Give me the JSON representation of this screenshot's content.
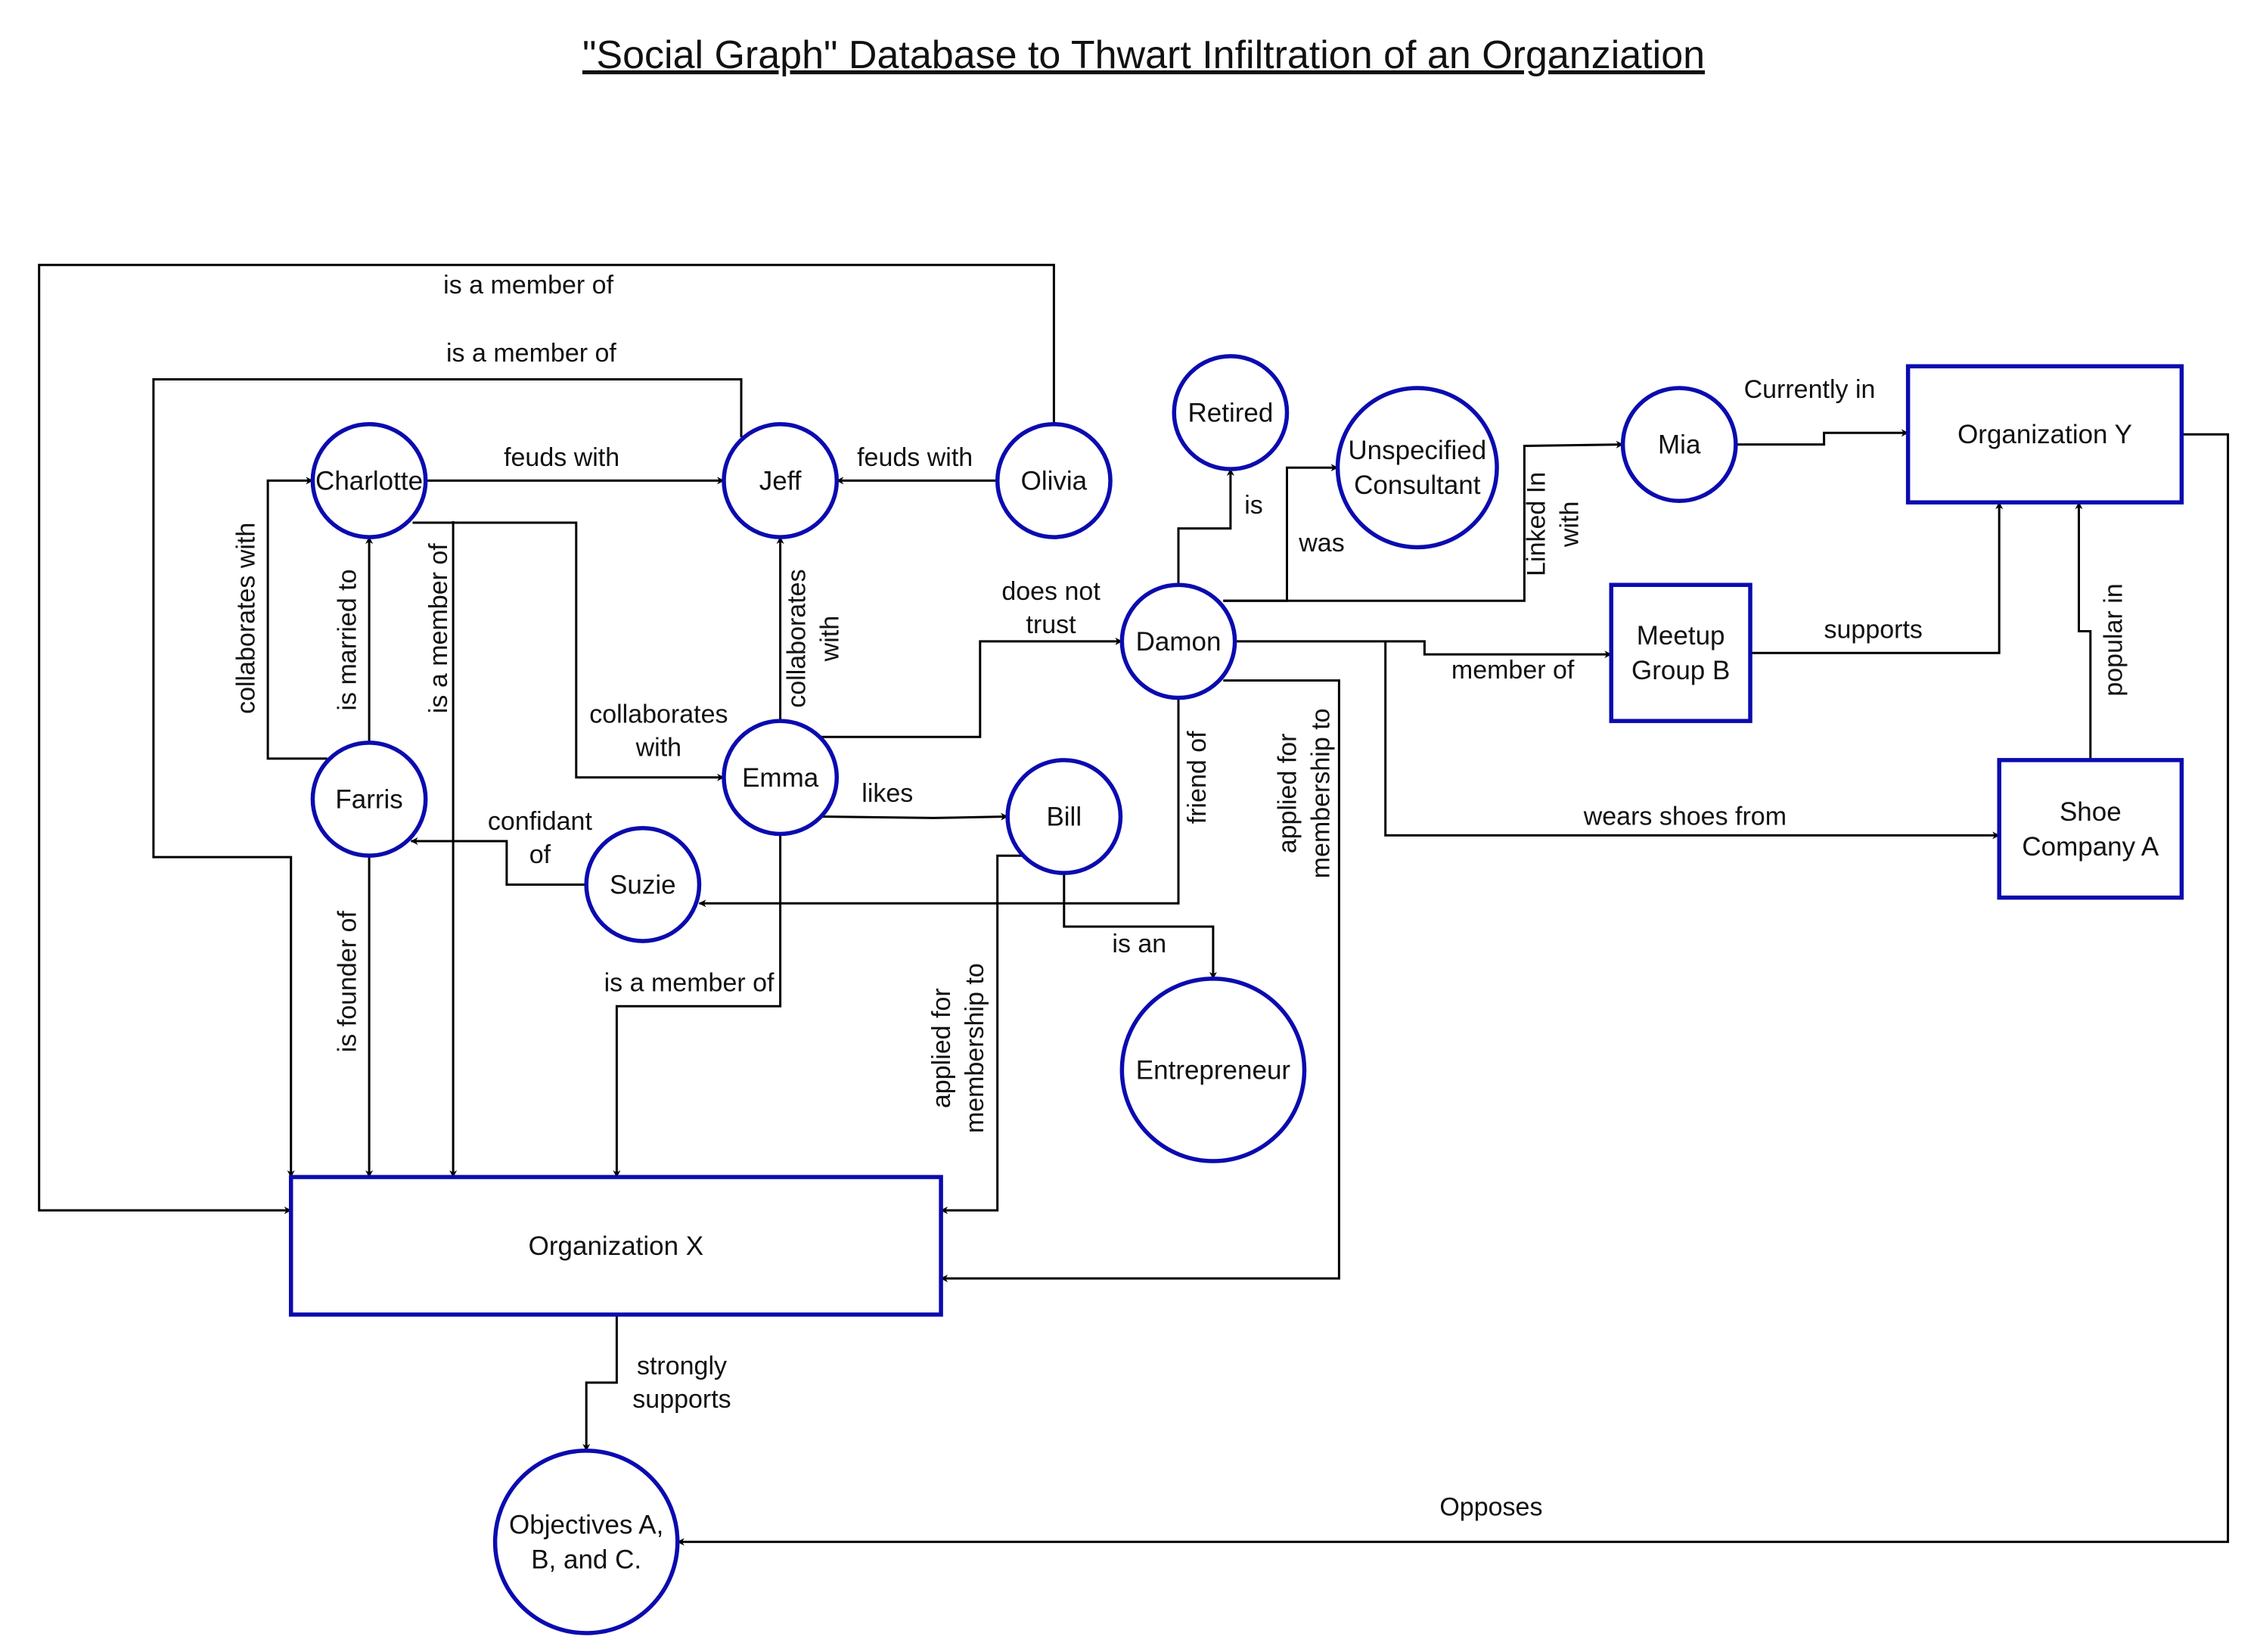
{
  "title": "\"Social Graph\" Database to Thwart Infiltration of an Organziation",
  "colors": {
    "node_stroke": "#0b0bb0",
    "edge": "#000000",
    "text": "#111111",
    "background": "#ffffff"
  },
  "nodes": {
    "charlotte": {
      "shape": "circle",
      "lines": [
        "Charlotte"
      ]
    },
    "jeff": {
      "shape": "circle",
      "lines": [
        "Jeff"
      ]
    },
    "olivia": {
      "shape": "circle",
      "lines": [
        "Olivia"
      ]
    },
    "farris": {
      "shape": "circle",
      "lines": [
        "Farris"
      ]
    },
    "emma": {
      "shape": "circle",
      "lines": [
        "Emma"
      ]
    },
    "suzie": {
      "shape": "circle",
      "lines": [
        "Suzie"
      ]
    },
    "bill": {
      "shape": "circle",
      "lines": [
        "Bill"
      ]
    },
    "damon": {
      "shape": "circle",
      "lines": [
        "Damon"
      ]
    },
    "retired": {
      "shape": "circle",
      "lines": [
        "Retired"
      ]
    },
    "consultant": {
      "shape": "circle",
      "lines": [
        "Unspecified",
        "Consultant"
      ]
    },
    "mia": {
      "shape": "circle",
      "lines": [
        "Mia"
      ]
    },
    "entrepreneur": {
      "shape": "circle",
      "lines": [
        "Entrepreneur"
      ]
    },
    "objectives": {
      "shape": "circle",
      "lines": [
        "Objectives A,",
        "B, and C."
      ]
    },
    "org_x": {
      "shape": "rect",
      "lines": [
        "Organization  X"
      ]
    },
    "org_y": {
      "shape": "rect",
      "lines": [
        "Organization  Y"
      ]
    },
    "meetup_b": {
      "shape": "rect",
      "lines": [
        "Meetup",
        "Group B"
      ]
    },
    "shoe_a": {
      "shape": "rect",
      "lines": [
        "Shoe",
        "Company A"
      ]
    }
  },
  "edges": [
    {
      "from": "olivia",
      "to": "org_x",
      "lines": [
        "is a member of"
      ]
    },
    {
      "from": "jeff",
      "to": "org_x",
      "lines": [
        "is a member of"
      ]
    },
    {
      "from": "charlotte",
      "to": "jeff",
      "lines": [
        "feuds with"
      ]
    },
    {
      "from": "olivia",
      "to": "jeff",
      "lines": [
        "feuds with"
      ]
    },
    {
      "from": "farris",
      "to": "charlotte",
      "lines": [
        "collaborates with"
      ]
    },
    {
      "from": "farris",
      "to": "charlotte",
      "lines": [
        "is married to"
      ]
    },
    {
      "from": "charlotte",
      "to": "org_x",
      "lines": [
        "is a member of"
      ]
    },
    {
      "from": "charlotte",
      "to": "emma",
      "lines": [
        "collaborates",
        "with"
      ]
    },
    {
      "from": "emma",
      "to": "jeff",
      "lines": [
        "collaborates",
        "with"
      ]
    },
    {
      "from": "emma",
      "to": "damon",
      "lines": [
        "does not",
        "trust"
      ]
    },
    {
      "from": "emma",
      "to": "bill",
      "lines": [
        "likes"
      ]
    },
    {
      "from": "suzie",
      "to": "farris",
      "lines": [
        "confidant",
        "of"
      ]
    },
    {
      "from": "farris",
      "to": "org_x",
      "lines": [
        "is founder of"
      ]
    },
    {
      "from": "emma",
      "to": "org_x",
      "lines": [
        "is a member of"
      ]
    },
    {
      "from": "bill",
      "to": "org_x",
      "lines": [
        "applied for",
        "membership to"
      ]
    },
    {
      "from": "bill",
      "to": "entrepreneur",
      "lines": [
        "is an"
      ]
    },
    {
      "from": "damon",
      "to": "suzie",
      "lines": [
        "friend of"
      ]
    },
    {
      "from": "damon",
      "to": "org_x",
      "lines": [
        "applied for",
        "membership to"
      ]
    },
    {
      "from": "damon",
      "to": "retired",
      "lines": [
        "is"
      ]
    },
    {
      "from": "damon",
      "to": "consultant",
      "lines": [
        "was"
      ]
    },
    {
      "from": "damon",
      "to": "mia",
      "lines": [
        "Linked In",
        "with"
      ]
    },
    {
      "from": "mia",
      "to": "org_y",
      "lines": [
        "Currently in"
      ]
    },
    {
      "from": "damon",
      "to": "meetup_b",
      "lines": [
        "member of"
      ]
    },
    {
      "from": "meetup_b",
      "to": "org_y",
      "lines": [
        "supports"
      ]
    },
    {
      "from": "damon",
      "to": "shoe_a",
      "lines": [
        "wears shoes from"
      ]
    },
    {
      "from": "shoe_a",
      "to": "org_y",
      "lines": [
        "popular in"
      ]
    },
    {
      "from": "org_x",
      "to": "objectives",
      "lines": [
        "strongly",
        "supports"
      ]
    },
    {
      "from": "org_y",
      "to": "objectives",
      "lines": [
        "Opposes"
      ]
    }
  ]
}
